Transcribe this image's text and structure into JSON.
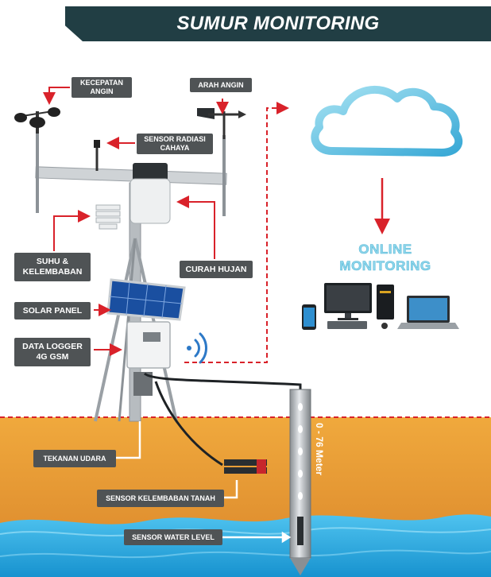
{
  "title": "SUMUR MONITORING",
  "labels": {
    "kecepatan_angin": "KECEPATAN\nANGIN",
    "arah_angin": "ARAH ANGIN",
    "sensor_radiasi": "SENSOR RADIASI\nCAHAYA",
    "suhu_kelembaban": "SUHU &\nKELEMBABAN",
    "curah_hujan": "CURAH HUJAN",
    "solar_panel": "SOLAR PANEL",
    "data_logger": "DATA LOGGER\n4G GSM",
    "tekanan_udara": "TEKANAN UDARA",
    "sensor_kelembaban_tanah": "SENSOR KELEMBABAN TANAH",
    "sensor_water_level": "SENSOR WATER LEVEL"
  },
  "online_monitoring": {
    "line1": "ONLINE",
    "line2": "MONITORING"
  },
  "pipe_depth_label": "0 - 76 Meter",
  "colors": {
    "banner": "#213e44",
    "label_bg": "#4f5355",
    "arrow_red": "#d9222a",
    "soil": "#e8992f",
    "water": "#2aa8df",
    "cloud_stroke": "#5fc0e0"
  },
  "icons": [
    "anemometer-icon",
    "wind-vane-icon",
    "cloud-icon",
    "monitor-icon",
    "laptop-icon",
    "smartphone-icon",
    "wifi-icon"
  ]
}
